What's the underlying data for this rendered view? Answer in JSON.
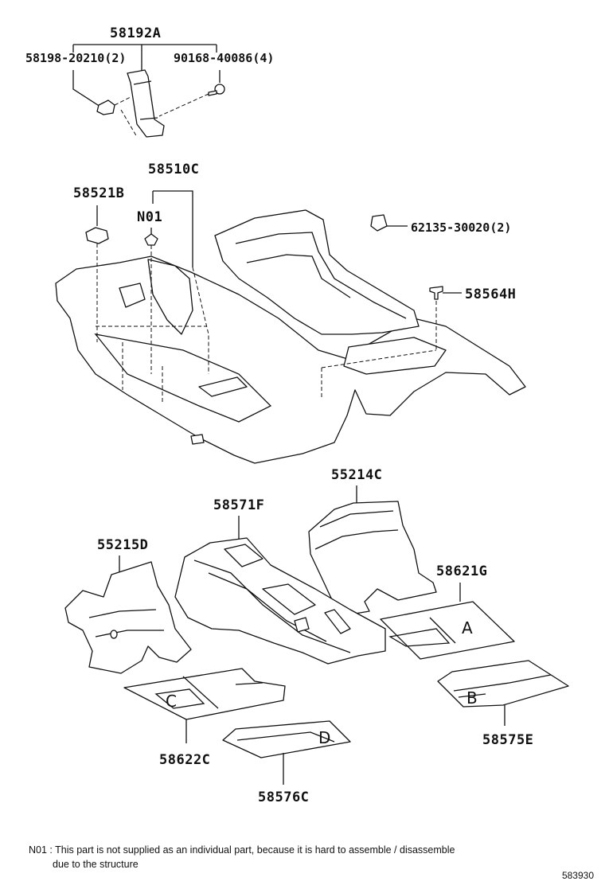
{
  "parts": {
    "bracket_assy": "58192A",
    "clip_left": "58198-20210(2)",
    "screw_right": "90168-40086(4)",
    "floor_carpet": "58510C",
    "grommet": "58521B",
    "note_part": "N01",
    "clip_upper_right": "62135-30020(2)",
    "clip_right": "58564H",
    "mat_front_right": "55214C",
    "console_cover": "58571F",
    "mat_front_left": "55215D",
    "mat_center_right": "58621G",
    "mat_center_left": "58622C",
    "mat_rear_right": "58575E",
    "mat_rear_left": "58576C"
  },
  "letters": {
    "a": "A",
    "b": "B",
    "c": "C",
    "d": "D"
  },
  "note": {
    "line1": "N01 :  This part is not supplied as an individual part, because it is hard to assemble  /  disassemble",
    "line2": "due to the structure"
  },
  "diagram_code": "583930"
}
